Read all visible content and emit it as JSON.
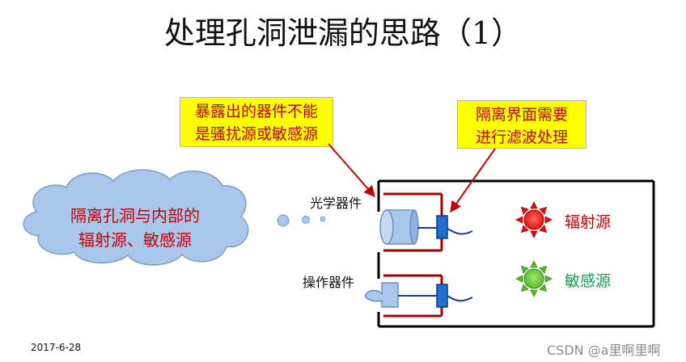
{
  "title": "处理孔洞泄漏的思路（1）",
  "callouts": {
    "left": {
      "line1": "暴露出的器件不能",
      "line2": "是骚扰源或敏感源"
    },
    "right": {
      "line1": "隔离界面需要",
      "line2": "进行滤波处理"
    }
  },
  "labels": {
    "optical": "光学器件",
    "operating": "操作器件"
  },
  "cloud": {
    "line1": "隔离孔洞与内部的",
    "line2": "辐射源、敏感源"
  },
  "legend": {
    "radiation": {
      "label": "辐射源",
      "color": "#c00000"
    },
    "sensitive": {
      "label": "敏感源",
      "color": "#1a9a4a"
    }
  },
  "footer": {
    "date": "2017-6-28"
  },
  "watermark": "CSDN @a里啊里啊",
  "colors": {
    "callout_bg": "#ffff00",
    "arrow": "#c00000",
    "filter_block": "#1f6fd1",
    "cloud_fill": "#a9c7ea",
    "component_fill": "#a9c7ea"
  }
}
